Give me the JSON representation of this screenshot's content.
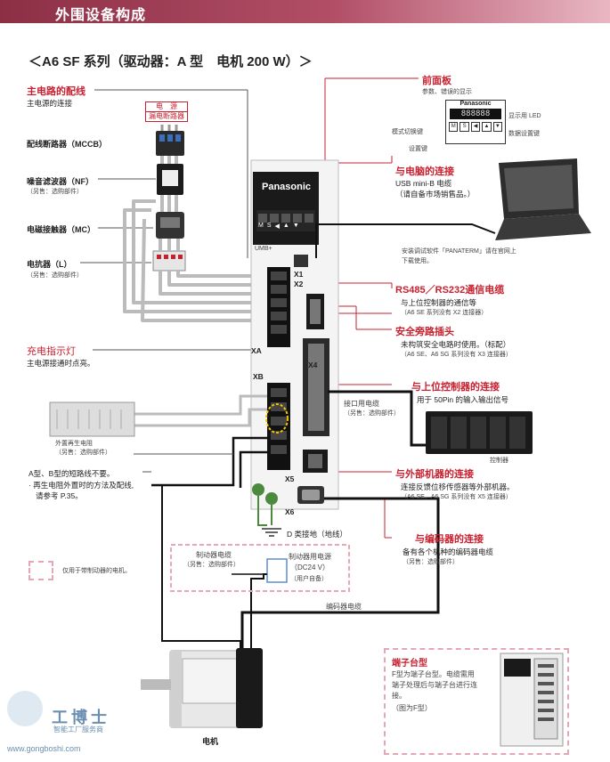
{
  "header": {
    "title": "外围设备构成"
  },
  "subtitle": "＜A6 SF 系列（驱动器：A 型　电机 200 W）＞",
  "left": {
    "main_wire": {
      "title": "主电路的配线",
      "desc": "主电源的连接"
    },
    "power_box": {
      "line1": "电　源",
      "line2": "漏电断路器"
    },
    "mccb": {
      "label": "配线断路器（MCCB）"
    },
    "nf": {
      "label": "噪音滤波器（NF）",
      "note": "（另售：选购部件）"
    },
    "mc": {
      "label": "电磁接触器（MC）"
    },
    "l": {
      "label": "电抗器（L）",
      "note": "（另售：选购部件）"
    },
    "charge": {
      "title": "充电指示灯",
      "desc": "主电源接通时点亮。"
    },
    "regen": {
      "caption1": "外置再生电阻",
      "caption2": "（另售：选购部件）"
    },
    "short_note": {
      "line1": "A型、B型的短路线不要。",
      "line2": "· 再生电阻外置时的方法及配线,",
      "line3": "请参考 P.35。"
    },
    "brake_legend": "仅用于带制动器的电机。"
  },
  "right": {
    "front_panel": {
      "title": "前面板",
      "desc": "参数、错误的显示",
      "brand": "Panasonic",
      "led_label": "显示用 LED",
      "mode_label": "模式切换键",
      "set_label": "数据设置键",
      "setting_key": "设置键",
      "key_m": "M",
      "key_s": "S"
    },
    "pc": {
      "title": "与电脑的连接",
      "line1": "USB mini-B 电缆",
      "line2": "（请自备市场销售品。）",
      "soft1": "安装调试软件「PANATERM」请在官网上",
      "soft2": "下载使用。"
    },
    "rs485": {
      "title": "RS485／RS232通信电缆",
      "line1": "与上位控制器的通信等",
      "note": "（A6 SE 系列没有 X2 连接器）"
    },
    "safety": {
      "title": "安全旁路插头",
      "line1": "未构筑安全电路时使用。（标配）",
      "note": "（A6 SE、A6 SG 系列没有 X3 连接器）"
    },
    "host": {
      "title": "与上位控制器的连接",
      "line1": "用于 50Pin 的输入输出信号",
      "if_cable": "接口用电缆",
      "if_note": "（另售：选购部件）",
      "controller": "控制器"
    },
    "ext": {
      "title": "与外部机器的连接",
      "line1": "连接反馈位移传感器等外部机器。",
      "note": "（A6 SE、A6 SG 系列没有 X5 连接器）"
    },
    "encoder": {
      "title": "与编码器的连接",
      "line1": "备有各个机种的编码器电缆",
      "note": "（另售：选购部件）"
    }
  },
  "drive": {
    "brand": "Panasonic",
    "usb_label": "UMB+",
    "x1": "X1",
    "x2": "X2",
    "x4": "X4",
    "xa": "XA",
    "xb": "XB",
    "x5": "X5",
    "x6": "X6",
    "keys": [
      "M",
      "S",
      "◀",
      "▲",
      "▼"
    ]
  },
  "bottom": {
    "ground": "D 类接地（地线）",
    "brake_cable": "制动器电缆",
    "brake_note": "（另售：选购部件）",
    "brake_power": {
      "line1": "制动器用电源",
      "line2": "（DC24 V）",
      "line3": "（用户自备）"
    },
    "encoder_cable": "编码器电缆",
    "motor": "电机",
    "terminal": {
      "title": "端子台型",
      "line1": "F型为端子台型。电缆需用",
      "line2": "端子处理后与端子台进行连",
      "line3": "接。",
      "line4": "（图为F型）"
    }
  },
  "watermark": {
    "logo": "工博士",
    "sub": "智能工厂服务商",
    "url": "www.gongboshi.com"
  }
}
